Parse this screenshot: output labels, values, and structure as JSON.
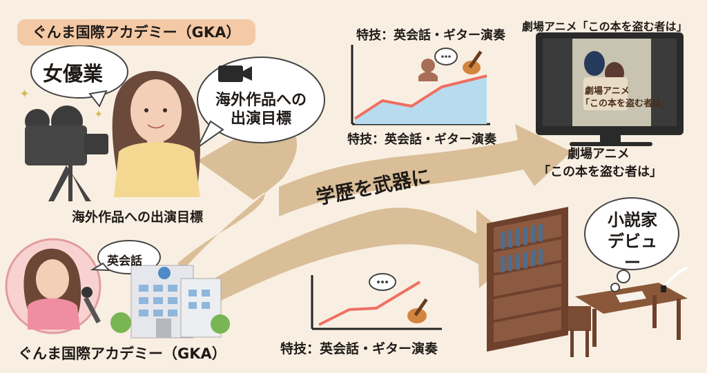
{
  "labels": {
    "gka_top": "ぐんま国際アカデミー（GKA）",
    "actress": "女優業",
    "overseas_goal_bubble": "海外作品への出演目標",
    "overseas_goal_caption": "海外作品への出演目標",
    "english_bubble": "英会話",
    "gka_bottom": "ぐんま国際アカデミー（GKA）",
    "skills_top_1": "特技：英会話・ギター演奏",
    "skills_top_2": "特技：英会話・ギター演奏",
    "skills_bottom": "特技：英会話・ギター演奏",
    "anime_top": "劇場アニメ「この本を盗む者は」",
    "anime_caption_1": "劇場アニメ",
    "anime_caption_2": "「この本を盗む者は」",
    "novelist": "小説家デビュー",
    "weapon": "学歴を武器に",
    "poster_1": "劇場アニメ",
    "poster_2": "「この本を盗む者は」"
  },
  "colors": {
    "background": "#f8efe2",
    "arrow": "#d9be98",
    "badge": "#f4c9a5",
    "trend_line": "#ef6f61",
    "trend_fill": "#b8dcef",
    "tv_frame": "#2a2a2a"
  },
  "icons": {
    "camera": "movie-camera-icon",
    "clapperboard": "clapperboard-icon",
    "guitar": "guitar-icon",
    "speech": "speech-bubble-icon",
    "person": "person-icon",
    "school": "school-building-icon",
    "bookshelf": "bookshelf-icon",
    "desk": "desk-icon",
    "quill": "quill-pen-icon"
  }
}
